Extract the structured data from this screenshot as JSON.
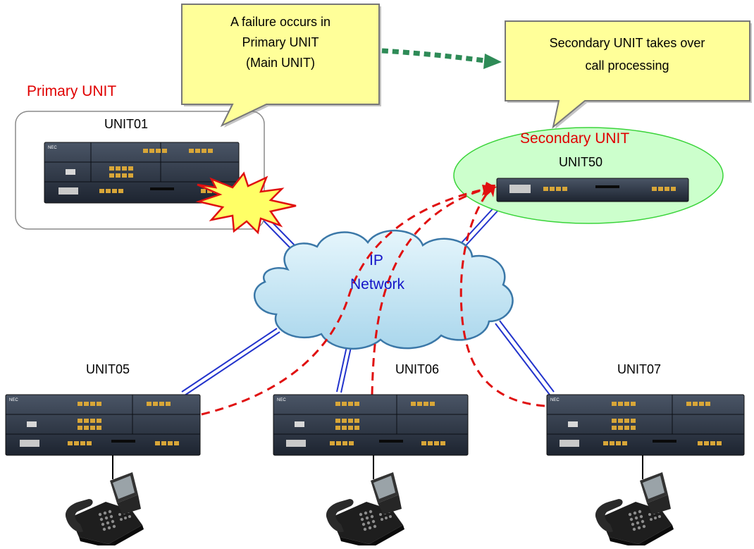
{
  "callouts": {
    "failure": {
      "lines": [
        "A failure occurs in",
        "Primary UNIT",
        "(Main UNIT)"
      ]
    },
    "takeover": {
      "lines": [
        "Secondary UNIT takes over",
        "call processing"
      ]
    }
  },
  "labels": {
    "primary_role": "Primary UNIT",
    "secondary_role": "Secondary UNIT",
    "network_line1": "IP",
    "network_line2": "Network"
  },
  "units": {
    "unit01": "UNIT01",
    "unit50": "UNIT50",
    "unit05": "UNIT05",
    "unit06": "UNIT06",
    "unit07": "UNIT07"
  },
  "device_brand": "NEC",
  "colors": {
    "callout_fill": "#ffff99",
    "secondary_ellipse": "#ccffcc",
    "cloud_fill": "#cde9f5",
    "failover_path": "#e01010",
    "transition_arrow": "#2e8b57",
    "link_line": "#2233cc"
  },
  "icons": [
    "explosion-icon",
    "telephone-icon",
    "cloud-icon",
    "server-chassis-icon"
  ]
}
